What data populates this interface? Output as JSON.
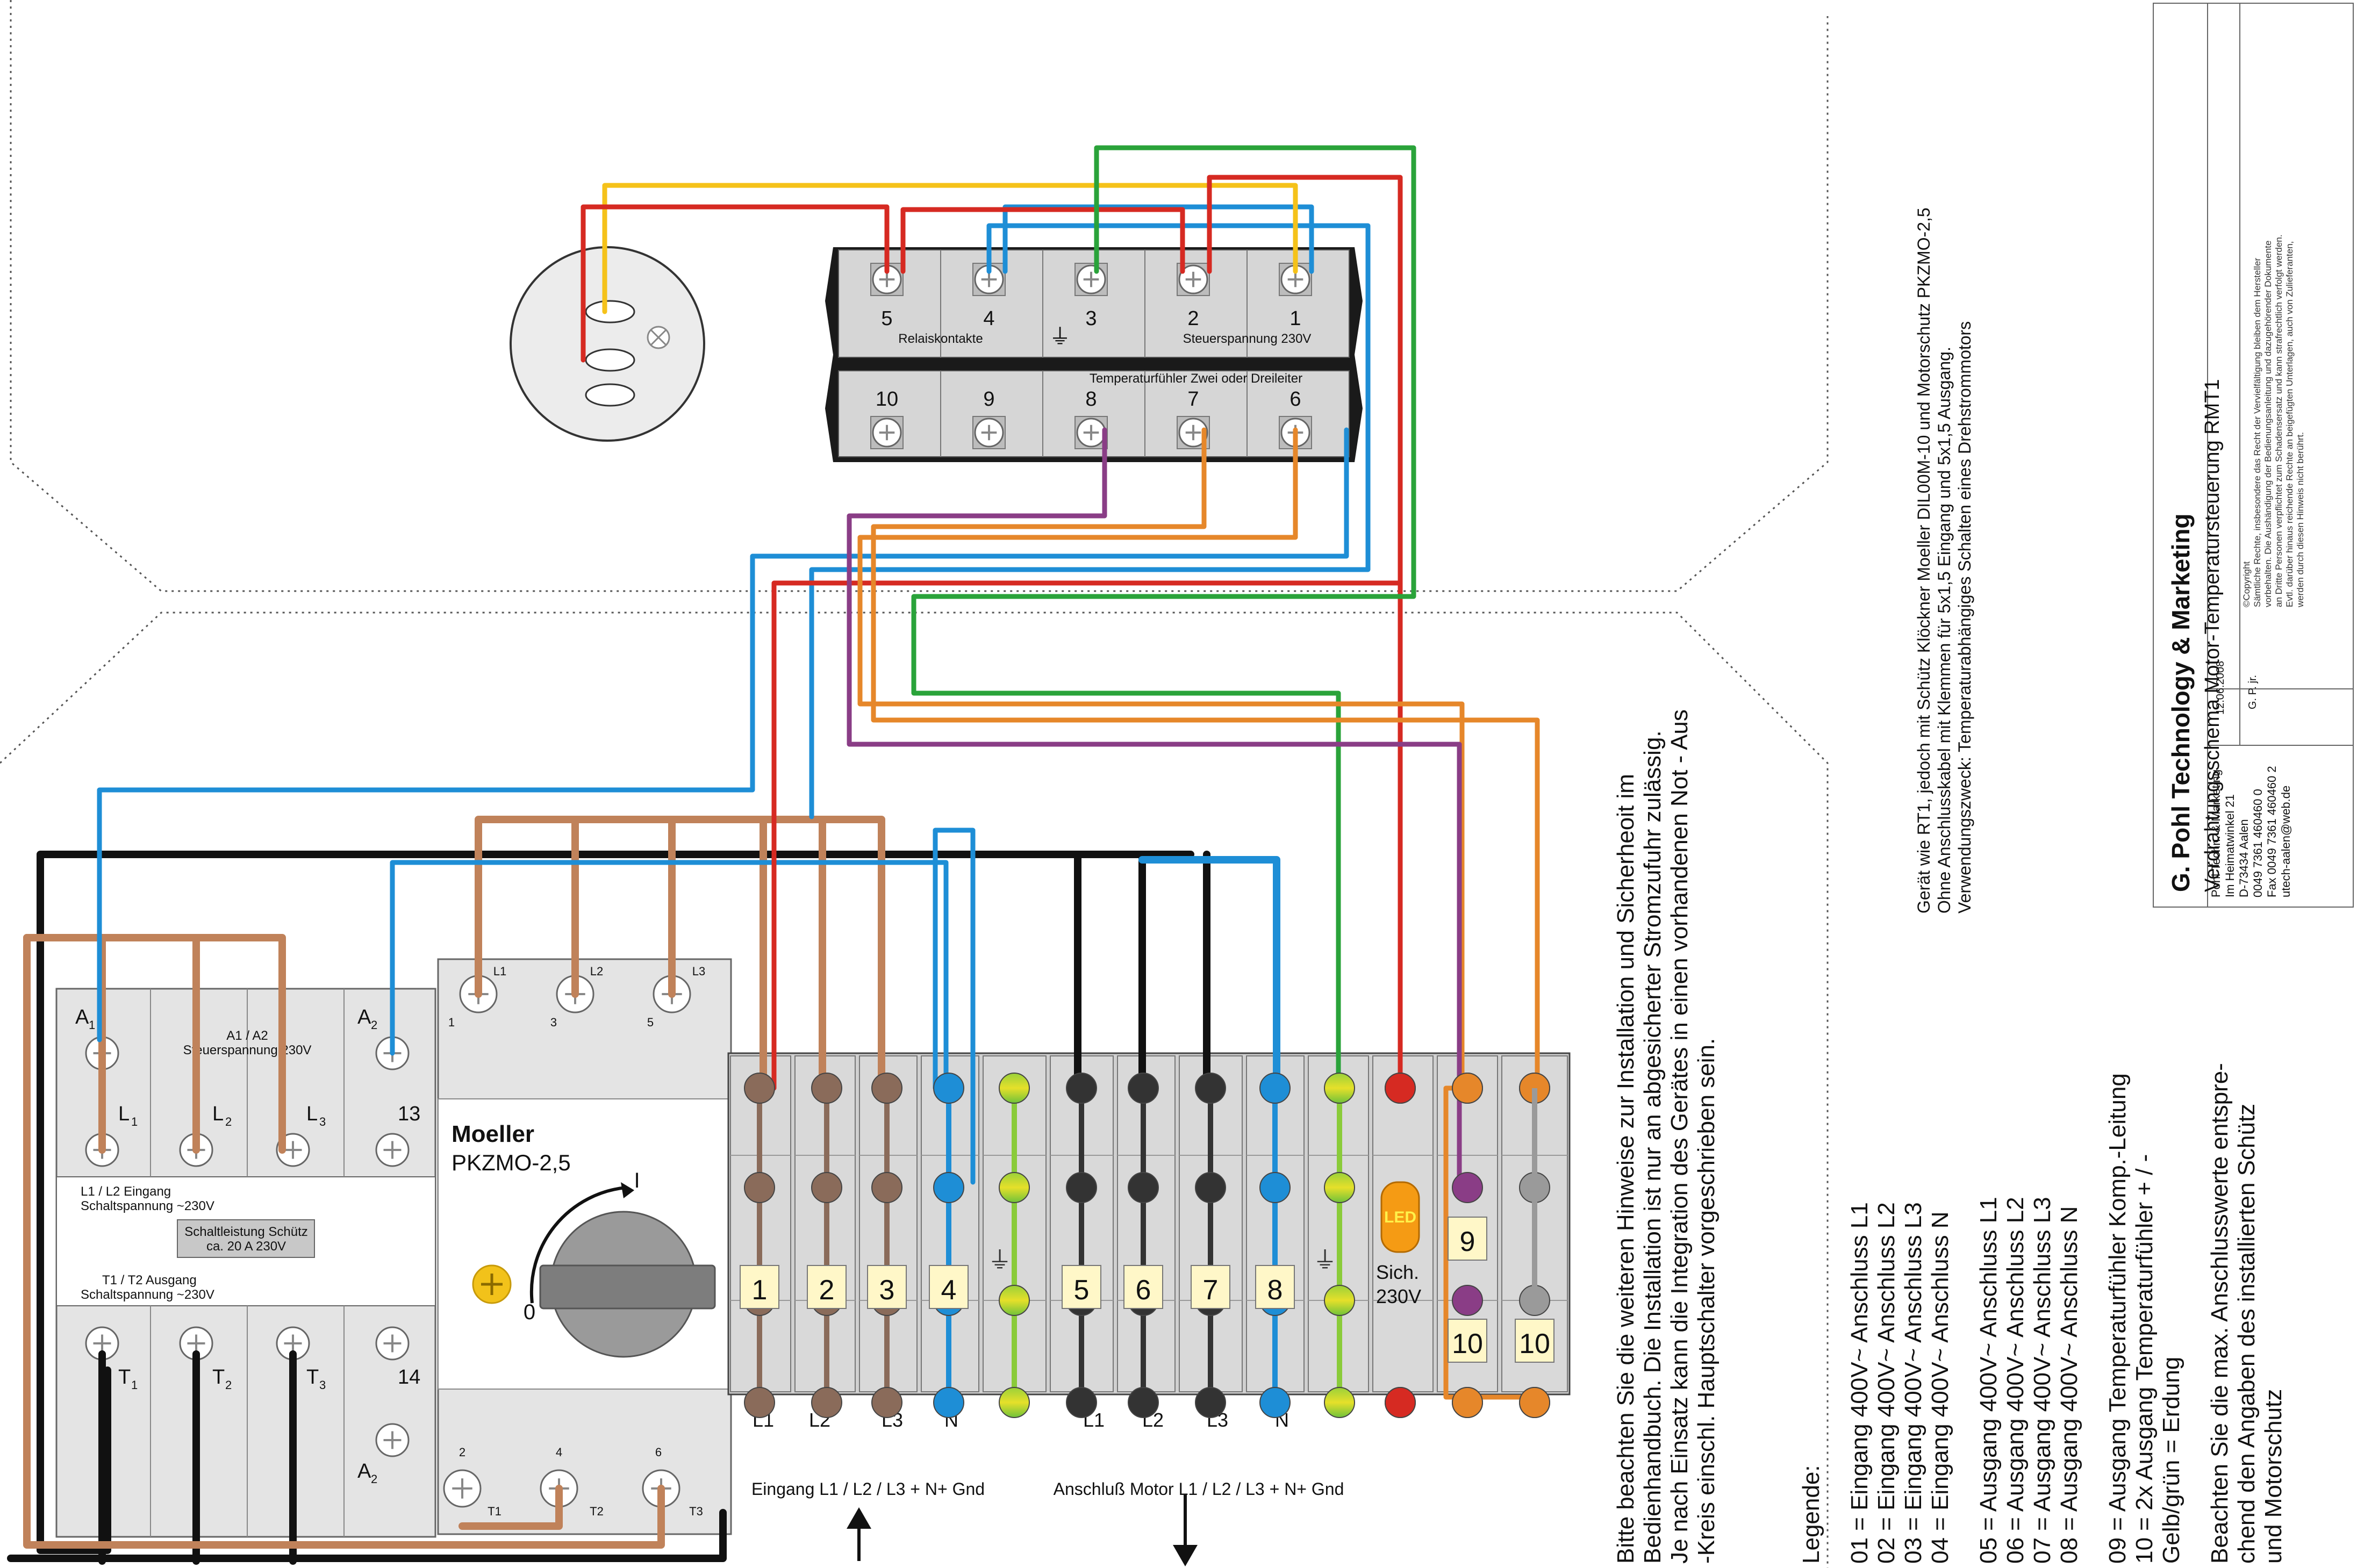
{
  "relay_terminal": {
    "top_numbers": [
      "5",
      "4",
      "3",
      "2",
      "1"
    ],
    "bottom_numbers": [
      "10",
      "9",
      "8",
      "7",
      "6"
    ],
    "relay_contacts_label": "Relaiskontakte",
    "control_voltage_label": "Steuerspannung 230V",
    "sensor_label": "Temperaturfühler Zwei oder Dreileiter"
  },
  "contactor": {
    "a1_label": "A",
    "a1_sub": "1",
    "a2_label": "A",
    "a2_sub": "2",
    "coil_label": "A1 / A2",
    "coil_voltage": "Steuerspannung 230V",
    "l_labels": [
      "L",
      "L",
      "L"
    ],
    "l_subs": [
      "1",
      "2",
      "3"
    ],
    "aux_13": "13",
    "aux_14": "14",
    "l_input_1": "L1 / L2 Eingang",
    "l_input_2": "Schaltspannung ~230V",
    "rating_1": "Schaltleistung Schütz",
    "rating_2": "ca. 20 A  230V",
    "t_output_1": "T1 / T2 Ausgang",
    "t_output_2": "Schaltspannung ~230V",
    "t_labels": [
      "T",
      "T",
      "T"
    ],
    "t_subs": [
      "1",
      "2",
      "3"
    ]
  },
  "motor_protector": {
    "brand": "Moeller",
    "model": "PKZMO-2,5",
    "top_terminals": [
      "L1",
      "L2",
      "L3"
    ],
    "top_numbers": [
      "1",
      "3",
      "5"
    ],
    "bottom_terminals": [
      "T1",
      "T2",
      "T3"
    ],
    "bottom_numbers": [
      "2",
      "4",
      "6"
    ],
    "switch_on": "I",
    "switch_off": "0"
  },
  "terminal_strip": {
    "numbers": [
      "1",
      "2",
      "3",
      "4",
      "5",
      "6",
      "7",
      "8",
      "9",
      "10",
      "10"
    ],
    "input_phases": [
      "L1",
      "L2",
      "L3",
      "N"
    ],
    "output_phases": [
      "L1",
      "L2",
      "L3",
      "N"
    ],
    "led_label": "LED",
    "fuse_label_1": "Sich.",
    "fuse_label_2": "230V",
    "input_caption": "Eingang L1 / L2 / L3 + N+ Gnd",
    "motor_caption": "Anschluß Motor L1 / L2 / L3 + N+ Gnd"
  },
  "notice": {
    "lines": [
      "Bitte beachten Sie die weiteren Hinweise zur Installation und Sicherheoit im",
      "Bedienhandbuch. Die Installation ist nur an abgesicherter Stromzufuhr zulässig.",
      " Je nach Einsatz kann die Integration des Gerätes in einen vorhandenen Not - Aus",
      "-Kreis einschl. Hauptschalter vorgeschrieben sein."
    ]
  },
  "legend": {
    "title": "Legende:",
    "group1": [
      "01 = Eingang 400V~ Anschluss L1",
      "02 = Eingang 400V~ Anschluss L2",
      "03 = Eingang 400V~ Anschluss L3",
      "04 = Eingang 400V~ Anschluss  N"
    ],
    "group2": [
      "05 = Ausgang 400V~ Anschluss L1",
      "06 = Ausgang 400V~ Anschluss L2",
      "07 = Ausgang 400V~ Anschluss L3",
      "08 = Ausgang 400V~ Anschluss  N"
    ],
    "group3": [
      "09 = Ausgang Temperaturfühler Komp.-Leitung",
      "10 = 2x Ausgang Temperaturfühler + / -",
      "Gelb/grün = Erdung"
    ],
    "group4": [
      "Beachten Sie die max. Anschlusswerte entspre-",
      "chend den Angaben des  installierten Schütz",
      "und Motorschutz"
    ]
  },
  "device_note": {
    "lines": [
      "Gerät wie RT1, jedoch mit Schütz Klöckner Moeller DIL00M-10 und Motorschutz PKZMO-2,5",
      "Ohne Anschlusskabel mit Klemmen für 5x1,5 Eingang und 5x1,5 Ausgang.",
      "Verwendungszweck: Temperaturabhängiges Schalten eines Drehstrommotors"
    ]
  },
  "title_block": {
    "company": "G. Pohl Technology & Marketing",
    "title": "Verdrahtungsschema Motor-Temperatursteuerung RMT1",
    "date": "12.06.2008",
    "author": "G. P. jr.",
    "contact": [
      "Pohl Techn. & Marketing",
      "Im Heimatwinkel 21",
      "D-73434 Aalen",
      "0049 7361 460460 0",
      "Fax 0049 7361 460460 2",
      "utech-aalen@web.de"
    ],
    "copyright_title": "©Copyright",
    "copyright_lines": [
      "Sämtliche Rechte, insbesondere das Recht  der Vervielfältigung bleiben dem Hersteller",
      "vorbehalten. Die Aushändigung der Bedienungsanleitung und dazugehörender Dokumente",
      "an Dritte Personen verpflichtet zum Schadensersatz und kann strafrechtlich verfolgt werden.",
      "Evtl. darüber hinaus reichende Rechte an beigefügten Unterlagen, auch von Zulieferanten,",
      "werden durch diesen Hinweis nicht berührt."
    ]
  },
  "colors": {
    "red": "#d62a22",
    "blue": "#1e8ed6",
    "yellow": "#f5c21a",
    "green": "#2aa33a",
    "brown": "#c0825a",
    "black": "#111111",
    "orange": "#e6872a",
    "purple": "#8a3d86",
    "gray": "#9a9a9a",
    "terminal_label_bg": "#fff7c8"
  }
}
